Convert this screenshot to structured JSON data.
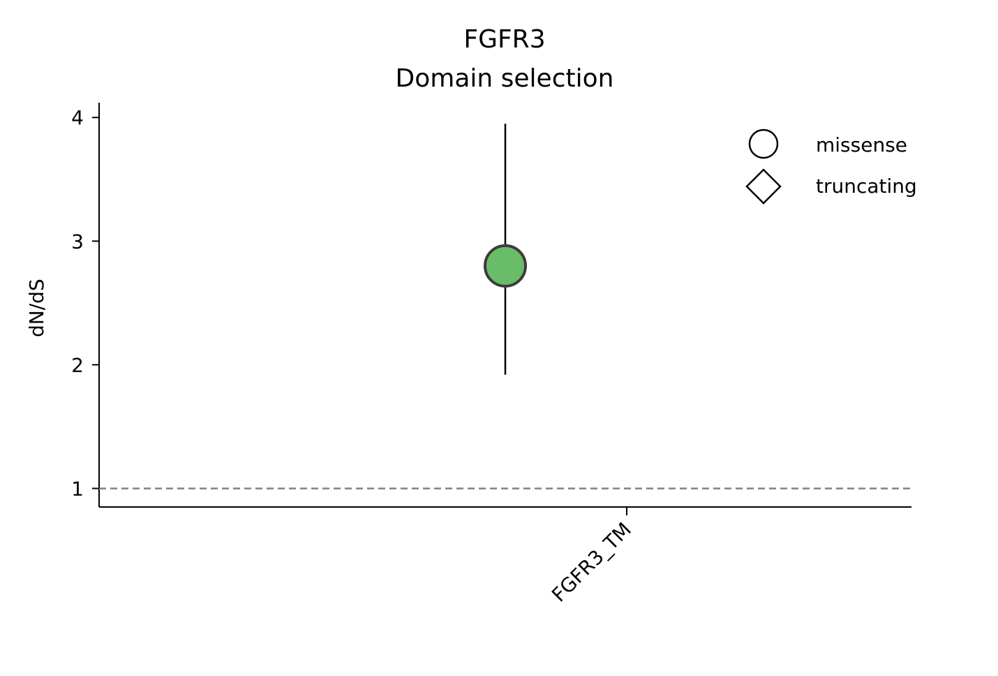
{
  "chart_data": {
    "type": "scatter",
    "title": "FGFR3",
    "subtitle": "Domain selection",
    "xlabel": "",
    "ylabel": "dN/dS",
    "categories": [
      "FGFR3_TM"
    ],
    "ylim": [
      0.85,
      4.12
    ],
    "yticks": [
      1,
      2,
      3,
      4
    ],
    "grid": false,
    "reference_line": {
      "y": 1,
      "style": "dashed",
      "color": "#808080"
    },
    "series": [
      {
        "type": "missense",
        "marker": "circle",
        "color": "#6abd68",
        "edge_color": "#3c3c3c",
        "points": [
          {
            "category": "FGFR3_TM",
            "value": 2.8,
            "ci_low": 1.92,
            "ci_high": 3.95
          }
        ]
      }
    ],
    "legend": {
      "position": "top-right",
      "entries": [
        {
          "label": "missense",
          "marker": "circle"
        },
        {
          "label": "truncating",
          "marker": "diamond"
        }
      ]
    }
  }
}
